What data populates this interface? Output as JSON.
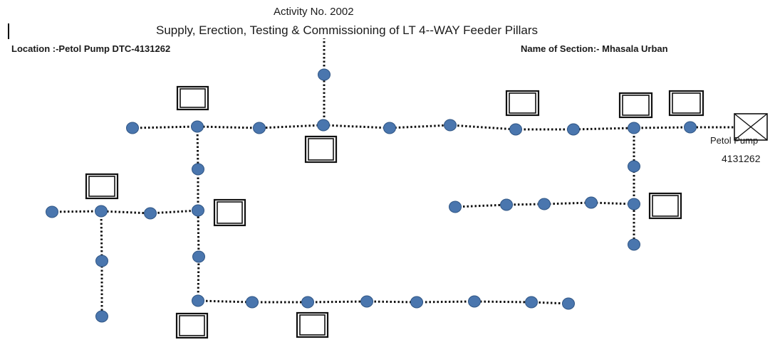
{
  "header": {
    "activity": "Activity No. 2002",
    "title": "Supply, Erection, Testing & Commissioning of LT 4--WAY Feeder Pillars",
    "location": "Location :-Petol Pump DTC-4131262",
    "section": "Name of Section:- Mhasala Urban"
  },
  "transformer_label": {
    "line1": "Petol Pump",
    "line2": "4131262"
  },
  "style": {
    "pole_fill": "#4a76ae",
    "pole_stroke": "#2f5584",
    "line_color": "#111111",
    "pillar_stroke": "#111111"
  }
}
